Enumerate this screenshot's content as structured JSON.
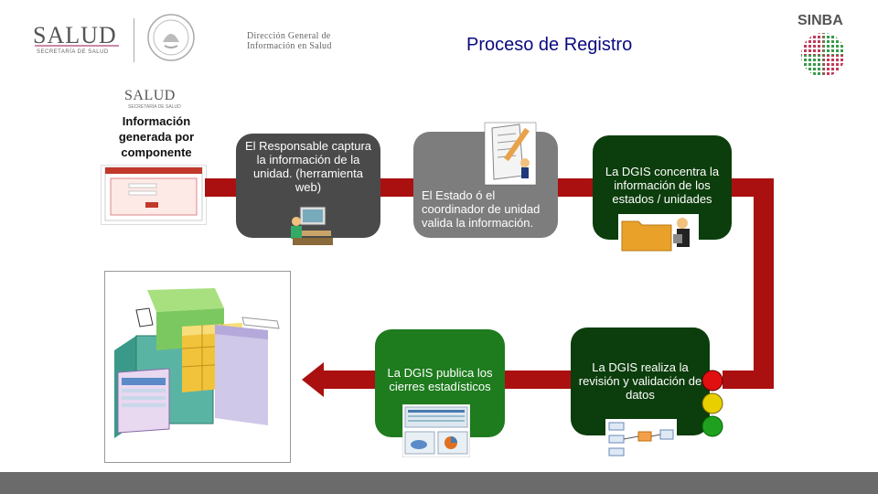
{
  "header": {
    "salud_logo": "SALUD",
    "salud_subtitle": "SECRETARÍA DE SALUD",
    "dgis_line1": "Dirección General de",
    "dgis_line2": "Información en Salud",
    "title": "Proceso de Registro",
    "sinba": "SINBA"
  },
  "left": {
    "logo": "SALUD",
    "logo_sub": "SECRETARÍA DE SALUD",
    "caption": "Información generada por componente"
  },
  "steps": [
    {
      "text": "El Responsable captura la información de la unidad. (herramienta web)"
    },
    {
      "text": "El Estado ó el coordinador de unidad valida la información."
    },
    {
      "text": "La DGIS concentra la información de los estados / unidades"
    },
    {
      "text": "La DGIS publica los cierres estadísticos"
    },
    {
      "text": "La DGIS realiza la revisión y validación de datos"
    }
  ],
  "colors": {
    "arrow": "#aa1010",
    "step1": "#4a4a4a",
    "step2": "#7d7d7d",
    "step3": "#0c3d0c",
    "step4": "#1e7b1e",
    "step5": "#0c3d0c",
    "traffic_red": "#e01010",
    "traffic_yellow": "#e8d000",
    "traffic_green": "#1fa11f"
  }
}
